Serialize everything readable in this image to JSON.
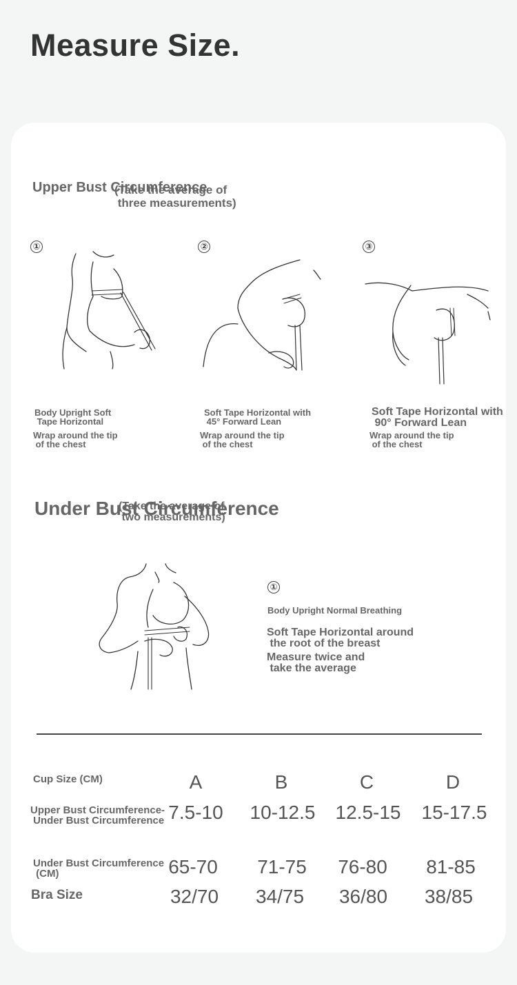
{
  "title": "Measure Size.",
  "upper_bust": {
    "title": "Upper Bust Circumference",
    "note": "(Take the average of\n three measurements)",
    "steps": [
      {
        "num": "①",
        "line1": "Body Upright Soft\n Tape Horizontal",
        "line2": "Wrap around the tip\n of the chest"
      },
      {
        "num": "②",
        "line1": "Soft Tape Horizontal with\n 45° Forward Lean",
        "line2": "Wrap around the tip\n of the chest"
      },
      {
        "num": "③",
        "line1": "Soft Tape Horizontal with\n 90° Forward Lean",
        "line2": "Wrap around the tip\n of the chest"
      }
    ]
  },
  "under_bust": {
    "title": "Under Bust Circumference",
    "note": "(Take the average of\n two measurements)",
    "step": {
      "num": "①",
      "line1": "Body Upright Normal Breathing",
      "line2": "Soft Tape Horizontal around\n the root of the breast",
      "line3": "Measure twice and\n take the average"
    }
  },
  "table": {
    "header_label": "Cup Size (CM)",
    "cups": [
      "A",
      "B",
      "C",
      "D"
    ],
    "rows": [
      {
        "label": "Upper Bust Circumference-\n Under Bust Circumference",
        "values": [
          "7.5-10",
          "10-12.5",
          "12.5-15",
          "15-17.5"
        ]
      },
      {
        "label": "Under Bust Circumference\n (CM)",
        "values": [
          "65-70",
          "71-75",
          "76-80",
          "81-85"
        ]
      },
      {
        "label": "Bra Size",
        "values": [
          "32/70",
          "34/75",
          "36/80",
          "38/85"
        ]
      }
    ]
  }
}
